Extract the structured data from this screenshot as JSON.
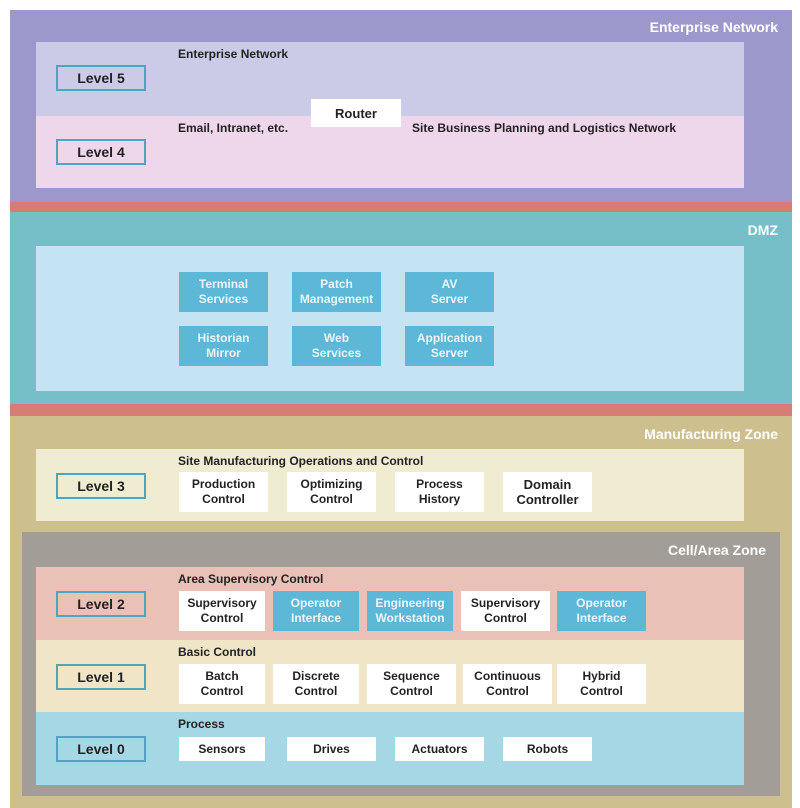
{
  "enterprise_zone": {
    "title": "Enterprise Network",
    "network_label": "Enterprise Network",
    "email_label": "Email, Intranet, etc.",
    "router": "Router",
    "site_business_label": "Site Business Planning and Logistics Network",
    "level5": "Level 5",
    "level4": "Level 4"
  },
  "dmz": {
    "title": "DMZ",
    "boxes": [
      "Terminal\nServices",
      "Patch\nManagement",
      "AV\nServer",
      "Historian\nMirror",
      "Web\nServices",
      "Application\nServer"
    ]
  },
  "manufacturing_zone": {
    "title": "Manufacturing Zone",
    "level3": "Level 3",
    "site_ops_label": "Site Manufacturing Operations and Control",
    "boxes": [
      "Production\nControl",
      "Optimizing\nControl",
      "Process\nHistory",
      "Domain\nController"
    ]
  },
  "cell_zone": {
    "title": "Cell/Area Zone",
    "level2": "Level 2",
    "area_supervisory_label": "Area Supervisory Control",
    "level2_boxes": [
      "Supervisory\nControl",
      "Operator\nInterface",
      "Engineering\nWorkstation",
      "Supervisory\nControl",
      "Operator\nInterface"
    ],
    "level1": "Level 1",
    "basic_control_label": "Basic Control",
    "level1_boxes": [
      "Batch\nControl",
      "Discrete\nControl",
      "Sequence\nControl",
      "Continuous\nControl",
      "Hybrid\nControl"
    ],
    "level0": "Level 0",
    "process_label": "Process",
    "level0_boxes": [
      "Sensors",
      "Drives",
      "Actuators",
      "Robots"
    ]
  },
  "colors": {
    "enterprise_bg": "#9d98cc",
    "enterprise_upper": "#cbcbe8",
    "enterprise_lower": "#eed7ea",
    "separator": "#d77b73",
    "dmz_bg": "#76bfc8",
    "dmz_inner": "#c4e3f3",
    "blue_box": "#5db8d8",
    "manufacturing_bg": "#cdbf8e",
    "manufacturing_inner": "#efecd2",
    "cell_bg": "#a29d97",
    "level2_bg": "#e9c1b7",
    "level1_bg": "#f0e5c6",
    "level0_bg": "#a6d7e4",
    "level_border": "#4aa6c4"
  }
}
